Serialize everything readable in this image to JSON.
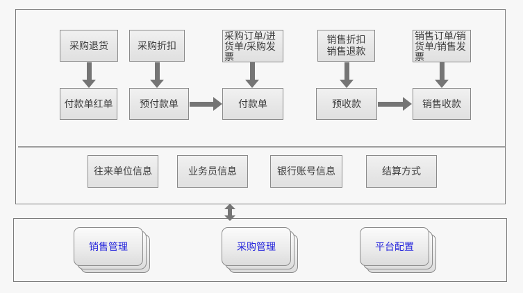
{
  "colors": {
    "background": "#f7f7f7",
    "container_border": "#7b7b7b",
    "box_border": "#8a8a8a",
    "box_fill": "#e9e9e9",
    "arrow": "#757575",
    "flow_text": "#3c3c3c",
    "module_text": "#2323dc"
  },
  "flow": {
    "purchase_return": "采购退货",
    "purchase_discount": "采购折扣",
    "purchase_order_invoice": "采购订单/进货单/采购发票",
    "sales_discount_refund": "销售折扣\n销售退款",
    "sales_order_invoice": "销售订单/销货单/销售发票",
    "payment_red_note": "付款单红单",
    "prepayment": "预付款单",
    "payment": "付款单",
    "advance_receipt": "预收款",
    "sales_receipt": "销售收款"
  },
  "base_info": [
    "往来单位信息",
    "业务员信息",
    "银行账号信息",
    "结算方式"
  ],
  "modules": [
    "销售管理",
    "采购管理",
    "平台配置"
  ]
}
